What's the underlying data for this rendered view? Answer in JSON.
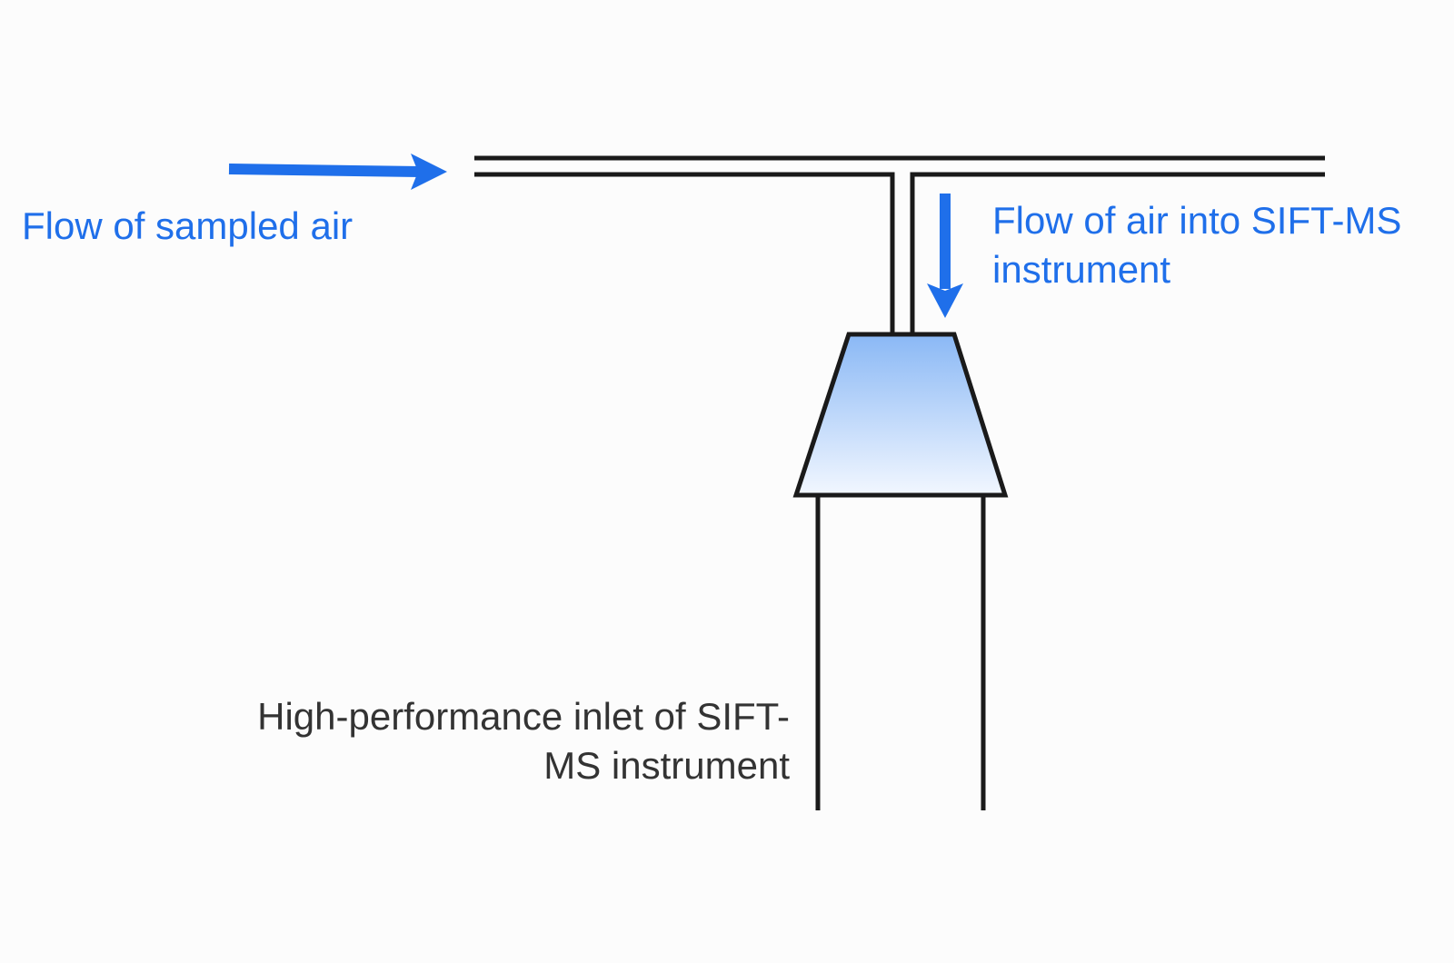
{
  "labels": {
    "sampled_air_flow": "Flow of sampled air",
    "air_into_instrument_line1": "Flow of air into SIFT-MS",
    "air_into_instrument_line2": "instrument",
    "inlet_line1": "High-performance inlet of SIFT-",
    "inlet_line2": "MS instrument"
  },
  "colors": {
    "arrow": "#1f6fea",
    "label_blue": "#1f6fea",
    "label_dark": "#333333",
    "pipe": "#1a1a1a",
    "inlet_gradient_top": "#8ab8f5",
    "inlet_gradient_bottom": "#f2f7ff"
  }
}
